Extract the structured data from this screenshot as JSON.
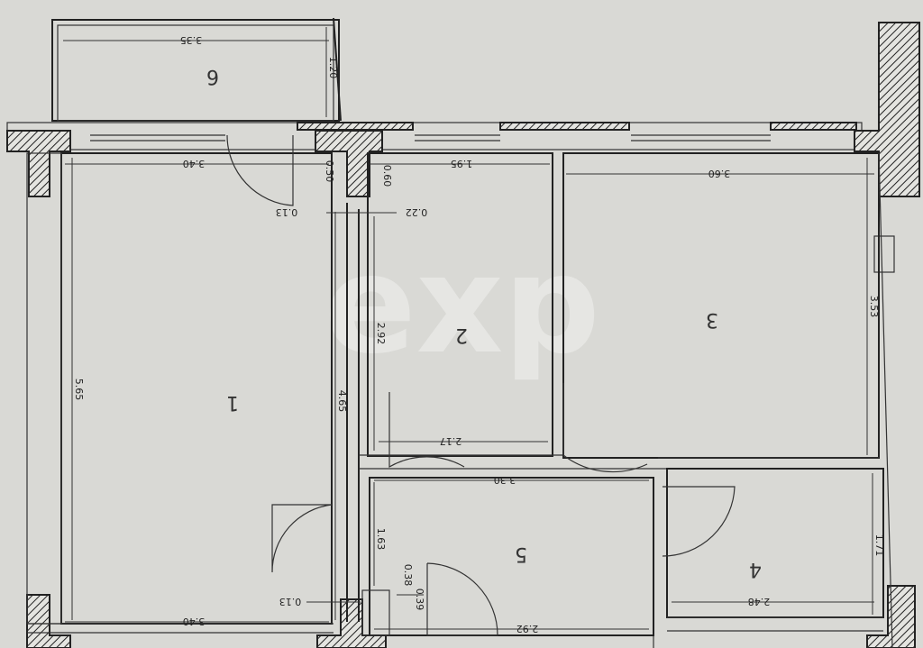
{
  "watermark": "exp",
  "rooms": [
    {
      "id": "1",
      "label": "1"
    },
    {
      "id": "2",
      "label": "2"
    },
    {
      "id": "3",
      "label": "3"
    },
    {
      "id": "4",
      "label": "4"
    },
    {
      "id": "5",
      "label": "5"
    },
    {
      "id": "6",
      "label": "6"
    }
  ],
  "dimensions": {
    "balcony_width": "3.35",
    "balcony_depth": "1.20",
    "room1_width_top": "3.40",
    "room1_width_bottom": "3.40",
    "room1_length": "5.65",
    "corridor_length": "4.65",
    "wall_050": "0.50",
    "wall_060": "0.60",
    "gap_013_top": "0.13",
    "gap_022": "0.22",
    "gap_013_bottom": "0.13",
    "room2_width": "1.95",
    "room2_depth": "2.92",
    "room2_bottom": "2.17",
    "room3_width": "3.60",
    "room3_depth": "3.53",
    "hall_width": "3.30",
    "hall_depth": "1.63",
    "hall_bottom": "2.92",
    "gap_038": "0.38",
    "gap_039": "0.39",
    "room4_width": "2.48",
    "room4_depth": "1.71"
  }
}
